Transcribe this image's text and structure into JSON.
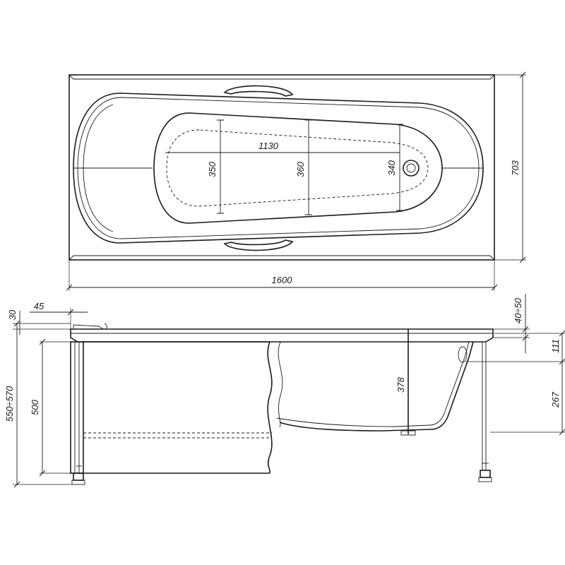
{
  "drawing": {
    "plan_view": {
      "dimensions": {
        "overall_length": "1600",
        "overall_width": "703",
        "inner_length": "1130",
        "width_at_head": "350",
        "width_at_middle": "360",
        "width_at_feet": "340"
      }
    },
    "side_view": {
      "dimensions": {
        "rim_thickness": "30",
        "rim_overhang": "45",
        "panel_height": "500",
        "total_height": "550÷570",
        "depth": "378",
        "rim_lip": "40÷50",
        "overflow_offset": "111",
        "overflow_height": "267"
      }
    }
  }
}
